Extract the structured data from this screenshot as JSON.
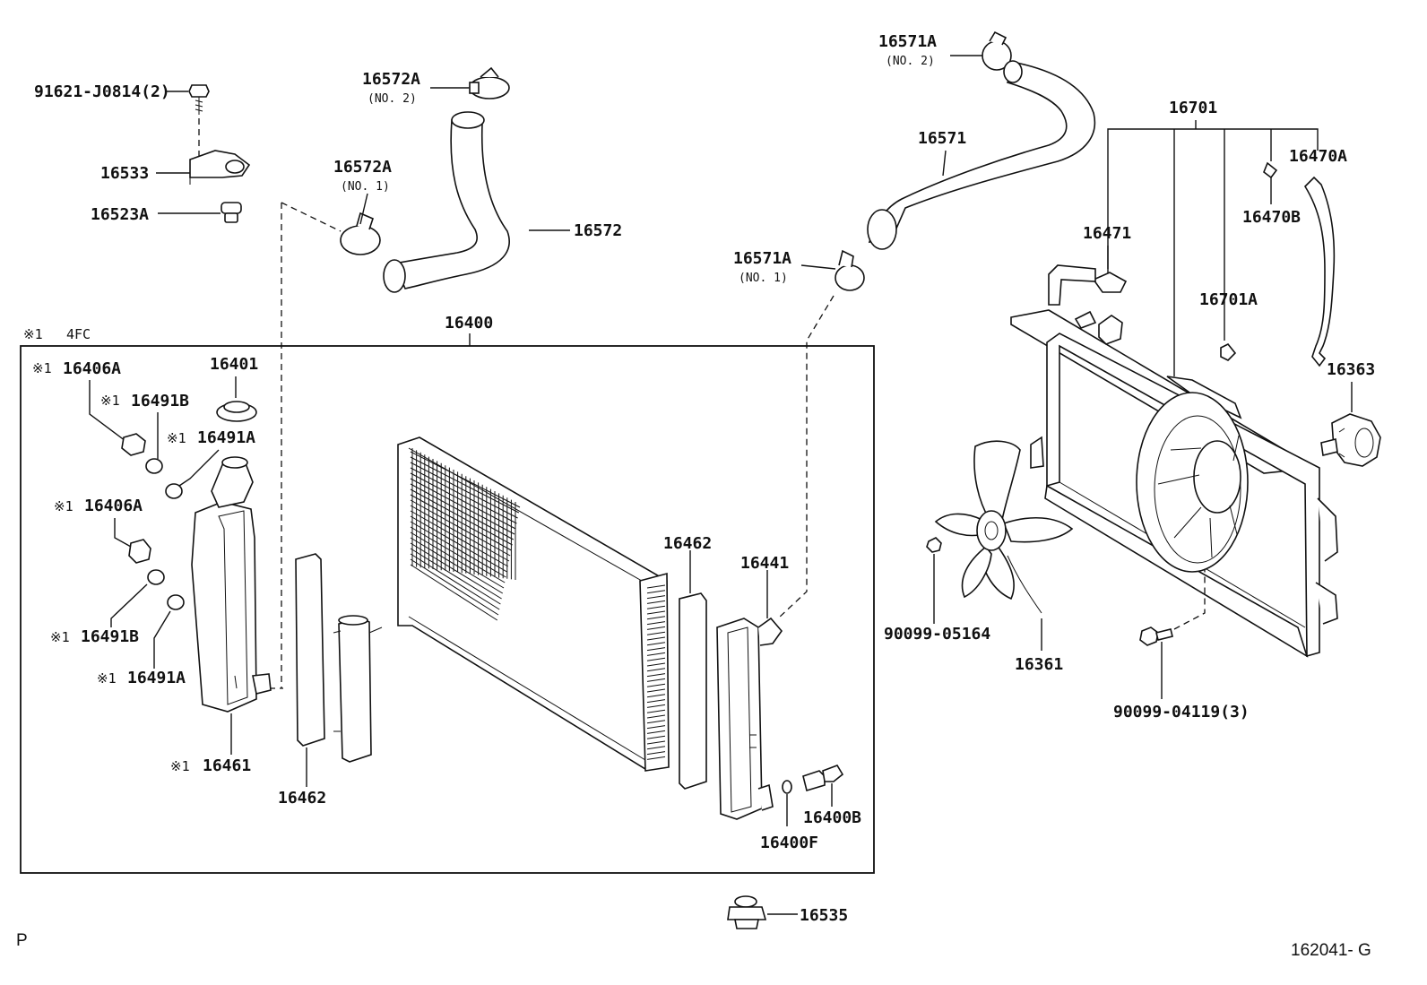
{
  "labels": {
    "p91621": "91621-J0814(2)",
    "p16533": "16533",
    "p16523A": "16523A",
    "p16572A_2": "16572A",
    "p16572A_2_sub": "(NO. 2)",
    "p16572A_1": "16572A",
    "p16572A_1_sub": "(NO. 1)",
    "p16572": "16572",
    "p16571A_2": "16571A",
    "p16571A_2_sub": "(NO. 2)",
    "p16571": "16571",
    "p16571A_1": "16571A",
    "p16571A_1_sub": "(NO. 1)",
    "p16701": "16701",
    "p16470A": "16470A",
    "p16470B": "16470B",
    "p16471": "16471",
    "p16701A": "16701A",
    "p16363": "16363",
    "p16400": "16400",
    "note_4fc_mark": "※1",
    "note_4fc": "4FC",
    "p16406A_top": "16406A",
    "p16401": "16401",
    "p16491B_top": "16491B",
    "p16491A_top": "16491A",
    "p16406A_mid": "16406A",
    "p16491B_low": "16491B",
    "p16491A_low": "16491A",
    "p16461": "16461",
    "p16462_left": "16462",
    "p16462_right": "16462",
    "p16441": "16441",
    "p16400B": "16400B",
    "p16400F": "16400F",
    "p90099_05164": "90099-05164",
    "p16361": "16361",
    "p90099_04119": "90099-04119(3)",
    "p16535": "16535",
    "mark": "※1",
    "corner_p": "P",
    "diagram_ref": "162041- G"
  }
}
